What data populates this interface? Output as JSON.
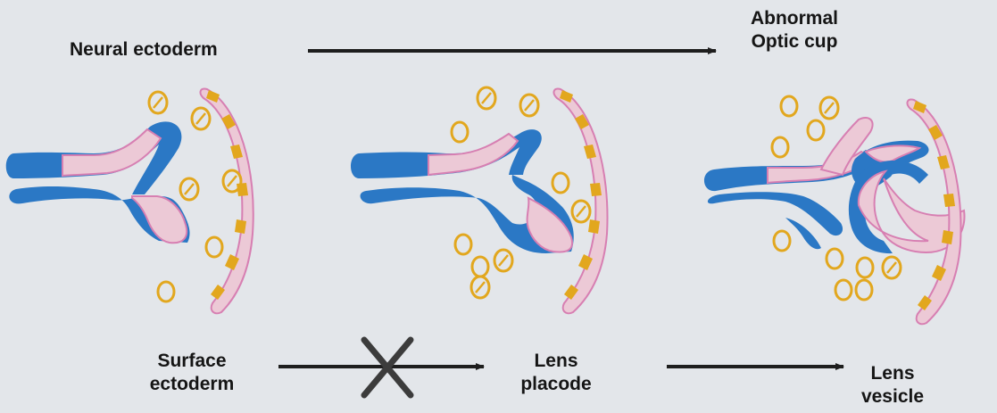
{
  "labels": {
    "neural_ectoderm": "Neural ectoderm",
    "abnormal_line1": "Abnormal",
    "abnormal_line2": "Optic cup",
    "surface_line1": "Surface",
    "surface_line2": "ectoderm",
    "lens_placode_line1": "Lens",
    "lens_placode_line2": "placode",
    "lens_vesicle_line1": "Lens",
    "lens_vesicle_line2": "vesicle"
  },
  "colors": {
    "background": "#e3e6ea",
    "neural_tissue": "#2b78c5",
    "induced_tissue": "#ecc9d6",
    "tissue_outline": "#d77fb2",
    "mesenchyme_cells": "#e2a71e",
    "arrow": "#1e1e1e",
    "block_mark": "#3c3c3c"
  }
}
